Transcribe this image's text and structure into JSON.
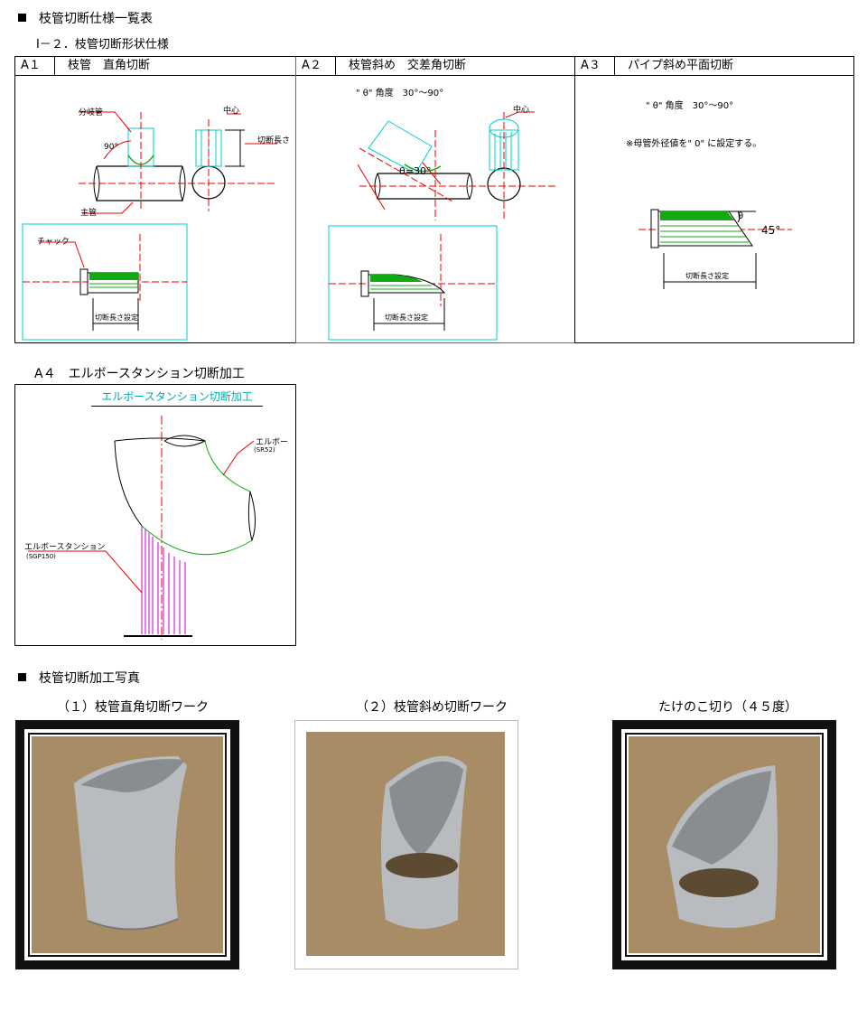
{
  "heading1": "枝管切断仕様一覧表",
  "subheading": "I－２．枝管切断形状仕様",
  "panels": [
    {
      "code": "A１",
      "title": "枝管　直角切断",
      "labels": {
        "branch": "分岐管",
        "center": "中心",
        "length": "切断長さ",
        "main": "主管",
        "chuck": "チャック",
        "cut_len": "切断長さ設定",
        "angle": "90°"
      }
    },
    {
      "code": "A２",
      "title": "枝管斜め　交差角切断",
      "labels": {
        "theta": "\" θ\" 角度　30°～90°",
        "center": "中心",
        "theta_val": "θ=30°",
        "cut_len": "切断長さ設定"
      }
    },
    {
      "code": "A３",
      "title": "パイプ斜め平面切断",
      "labels": {
        "theta": "\" θ\" 角度　30°～90°",
        "note": "※母管外径値を\" 0\" に設定する。",
        "deg": "45°",
        "theta_sym": "θ",
        "cut_len": "切断長さ設定"
      }
    }
  ],
  "a4": {
    "label": "A４　エルボースタンション切断加工",
    "inner_title": "エルボースタンション切断加工",
    "elbow_label": "エルボー",
    "elbow_code": "(SR52)",
    "stanchion_label": "エルボースタンション",
    "stanchion_code": "(SGP150)"
  },
  "heading2": "枝管切断加工写真",
  "photos": [
    {
      "caption": "（１）枝管直角切断ワーク"
    },
    {
      "caption": "（２）枝管斜め切断ワーク"
    },
    {
      "caption": "たけのこ切り（４５度）"
    }
  ]
}
